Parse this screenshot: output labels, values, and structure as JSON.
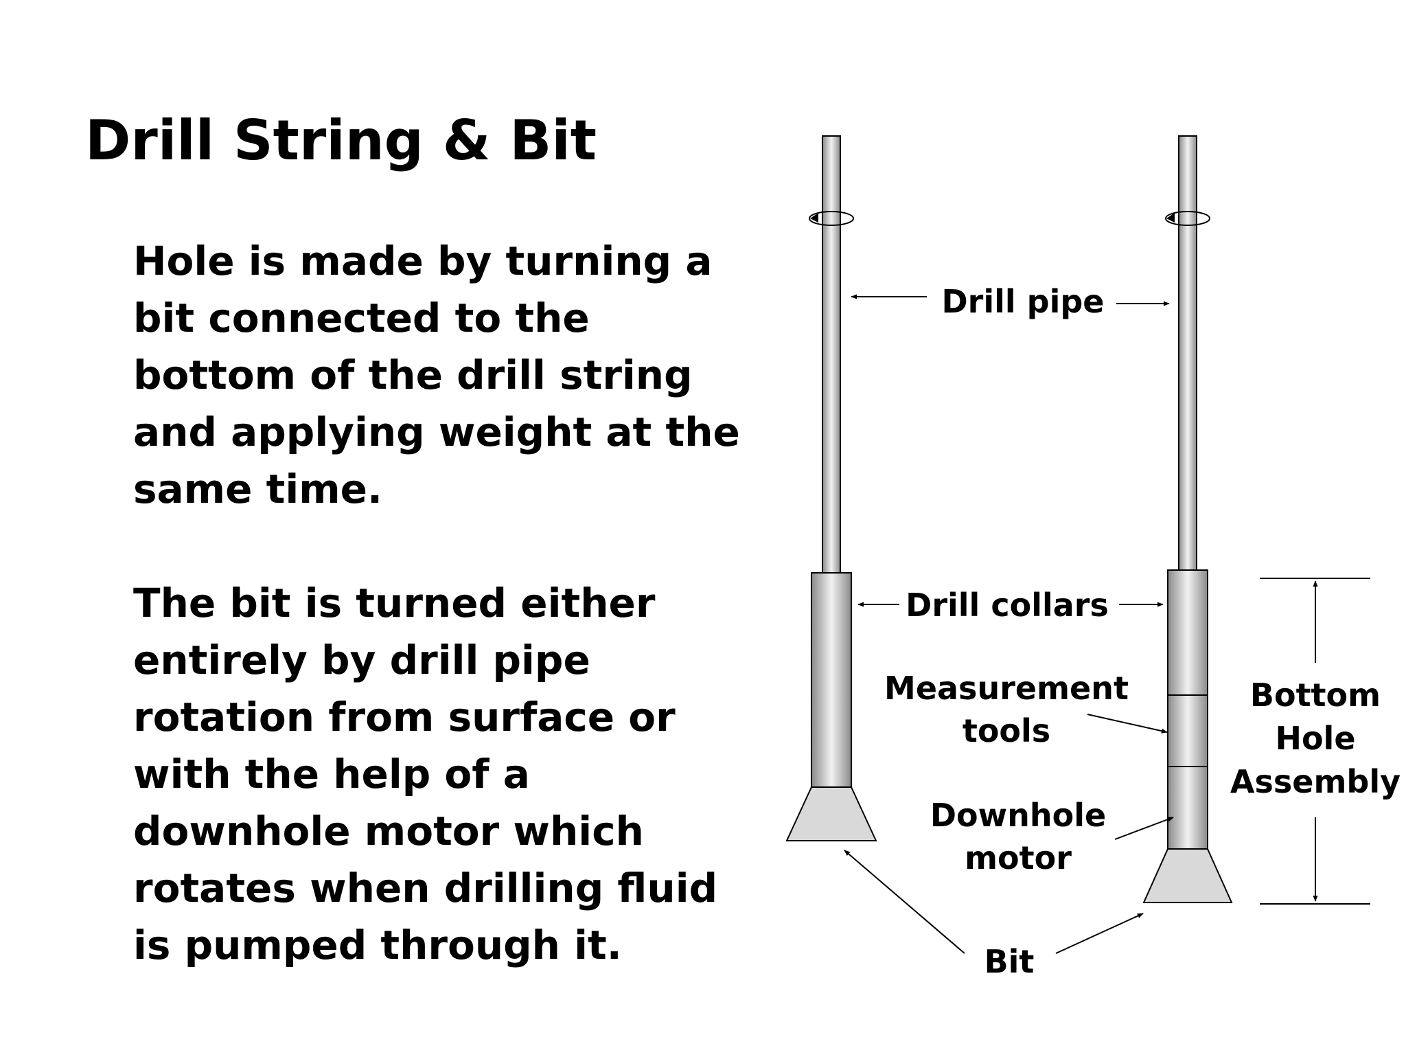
{
  "title": "Drill String & Bit",
  "paragraphs": [
    {
      "lines": [
        "Hole is made by turning a",
        "bit connected to the",
        "bottom of the drill string",
        "and applying weight at the",
        "same time."
      ]
    },
    {
      "lines": [
        "The bit is turned either",
        "entirely by drill pipe",
        "rotation from surface or",
        "with the help of a",
        "downhole motor which",
        "rotates when drilling fluid",
        "is pumped through it."
      ]
    }
  ],
  "diagram": {
    "labels": {
      "drill_pipe": "Drill pipe",
      "drill_collars": "Drill collars",
      "measurement_tools": [
        "Measurement",
        "tools"
      ],
      "downhole_motor": [
        "Downhole",
        "motor"
      ],
      "bit": "Bit",
      "bottom_hole_assembly": [
        "Bottom",
        "Hole",
        "Assembly"
      ]
    },
    "colors": {
      "pipe_edge": "#8a8a8a",
      "pipe_highlight": "#f2f2f2",
      "bit_fill": "#d9d9d9",
      "stroke": "#000000"
    }
  }
}
